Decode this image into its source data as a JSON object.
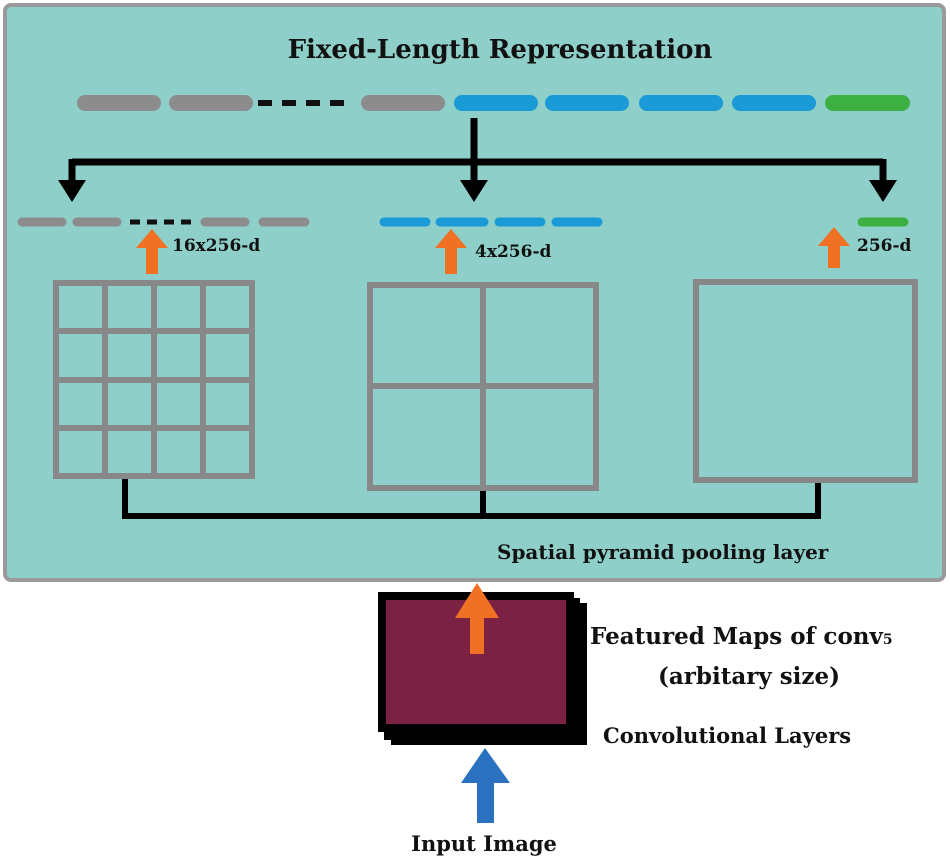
{
  "title": "Fixed-Length Representation",
  "labels": {
    "level16": "16x256-d",
    "level4": "4x256-d",
    "level1": "256-d",
    "spp": "Spatial pyramid pooling layer",
    "featured_line1": "Featured Maps of conv",
    "featured_subscript": "5",
    "featured_line2": "(arbitary size)",
    "conv_layers": "Convolutional Layers",
    "input": "Input Image"
  },
  "colors": {
    "panel": "#8ecfca",
    "panel_border": "#9a9a9a",
    "gray_segment": "#8c8c8c",
    "blue_segment": "#1a9ad6",
    "green_segment": "#3cb043",
    "orange_arrow": "#f07024",
    "blue_arrow": "#2a72c0",
    "feature_map": "#7b2244",
    "grid_line": "#888888",
    "connector": "#000000"
  },
  "pyramid_levels": [
    {
      "grid": 4,
      "bins": 16,
      "label": "16x256-d"
    },
    {
      "grid": 2,
      "bins": 4,
      "label": "4x256-d"
    },
    {
      "grid": 1,
      "bins": 1,
      "label": "256-d"
    }
  ]
}
